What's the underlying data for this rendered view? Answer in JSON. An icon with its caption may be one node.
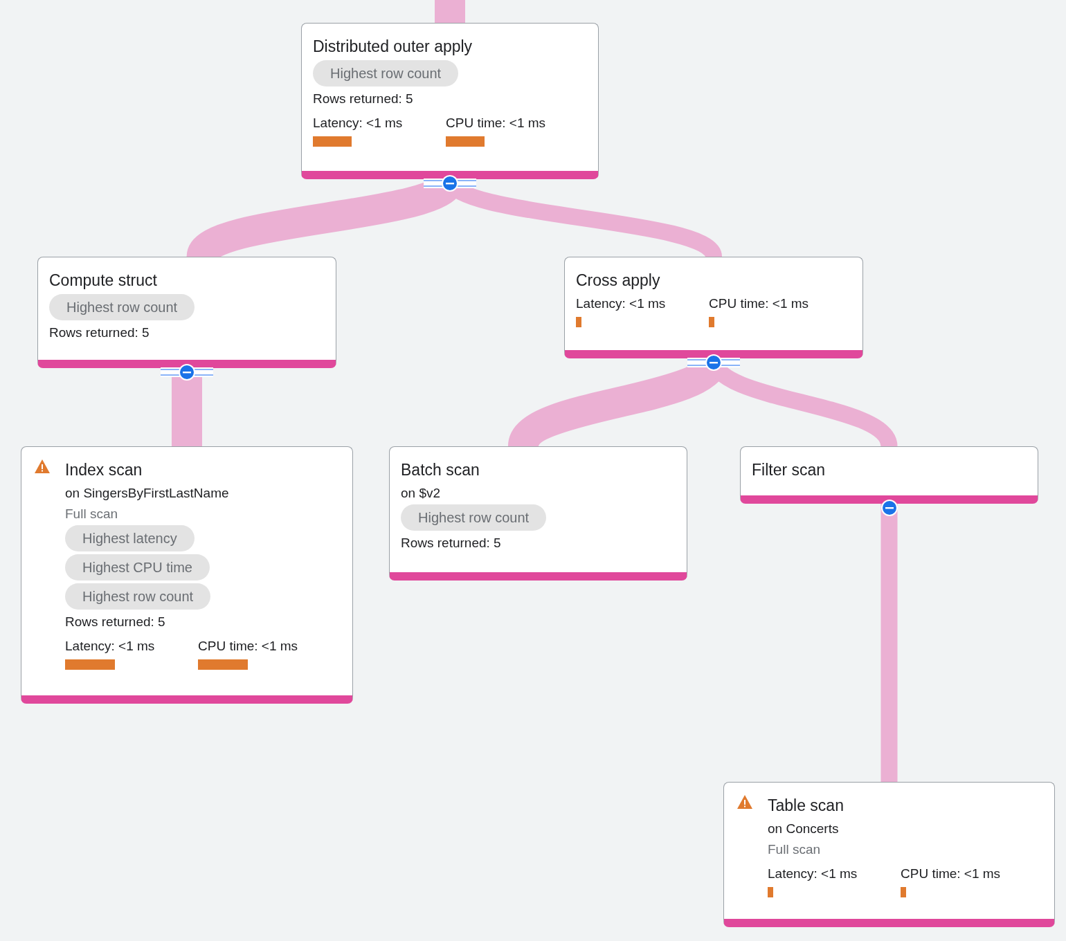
{
  "diagram": {
    "nodes": [
      {
        "text": [
          "Distributed outer apply",
          "Rows returned: 5",
          "Latency: <1 ms",
          "CPU time: <1 ms"
        ]
      },
      {
        "text": [
          "Highest row count"
        ],
        "in": 0
      },
      {
        "text": [
          "Compute struct",
          "Rows returned: 5"
        ]
      },
      {
        "text": [
          "Highest row count"
        ],
        "in": 2
      },
      {
        "text": [
          "Cross apply",
          "Latency: <1 ms",
          "CPU time: <1 ms"
        ]
      },
      {
        "text": [
          "Index scan",
          "on SingersByFirstLastName",
          "Full scan",
          "Rows returned: 5",
          "Latency: <1 ms",
          "CPU time: <1 ms"
        ]
      },
      {
        "text": [
          "Highest latency"
        ],
        "in": 5
      },
      {
        "text": [
          "Highest CPU time"
        ],
        "in": 5
      },
      {
        "text": [
          "Highest row count"
        ],
        "in": 5
      },
      {
        "text": [
          "Batch scan",
          "on $v2",
          "Rows returned: 5"
        ]
      },
      {
        "text": [
          "Highest row count"
        ],
        "in": 9
      },
      {
        "text": [
          "Filter scan"
        ]
      },
      {
        "text": [
          "Table scan",
          "on Concerts",
          "Full scan",
          "Latency: <1 ms",
          "CPU time: <1 ms"
        ]
      }
    ],
    "edges": [
      {
        "from": null,
        "to": 0,
        "arrow": "none"
      },
      {
        "from": 0,
        "to": 2,
        "arrow": "none"
      },
      {
        "from": 0,
        "to": 4,
        "arrow": "none"
      },
      {
        "from": 2,
        "to": 5,
        "arrow": "none"
      },
      {
        "from": 4,
        "to": 9,
        "arrow": "none"
      },
      {
        "from": 4,
        "to": 11,
        "arrow": "none"
      },
      {
        "from": 11,
        "to": 12,
        "arrow": "none"
      }
    ]
  }
}
